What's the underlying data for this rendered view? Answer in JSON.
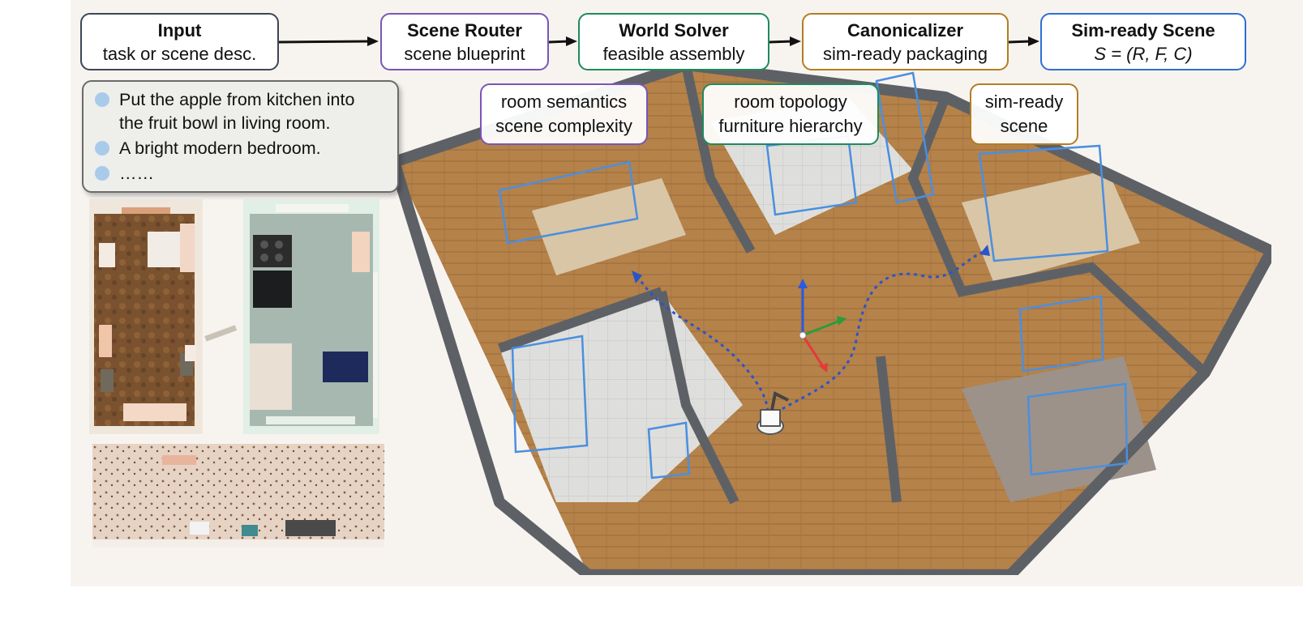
{
  "pipeline": {
    "stages": [
      {
        "title": "Input",
        "subtitle": "task or scene desc.",
        "color": "#3d4656"
      },
      {
        "title": "Scene Router",
        "subtitle": "scene blueprint",
        "color": "#7a55b8"
      },
      {
        "title": "World Solver",
        "subtitle": "feasible assembly",
        "color": "#1f8a5c"
      },
      {
        "title": "Canonicalizer",
        "subtitle": "sim-ready packaging",
        "color": "#b37d22"
      },
      {
        "title": "Sim-ready Scene",
        "subtitle": "S = (R, F, C)",
        "color": "#2e6fd6"
      }
    ],
    "details": [
      {
        "line1": "room semantics",
        "line2": "scene complexity",
        "color": "#7a55b8"
      },
      {
        "line1": "room topology",
        "line2": "furniture hierarchy",
        "color": "#1f8a5c"
      },
      {
        "line1": "sim-ready",
        "line2": "scene",
        "color": "#b37d22"
      }
    ]
  },
  "prompts": {
    "items": [
      {
        "line1": "Put the apple from kitchen into",
        "line2": "the fruit bowl in living room."
      },
      {
        "line1": "A bright modern bedroom.",
        "line2": ""
      },
      {
        "line1": "……",
        "line2": ""
      }
    ],
    "bullet_color": "#a9cbea"
  },
  "colors": {
    "arrow": "#111111",
    "wall_top": "#5d6166",
    "wall_face": "#d9cfbf",
    "floor_wood": "#b07a45",
    "tile": "#dcdcd8",
    "bbox": "#4a8fe0",
    "path": "#2a55c9",
    "axis_x": "#e23b3b",
    "axis_y": "#2a9d3a",
    "axis_z": "#2a5ae0"
  }
}
